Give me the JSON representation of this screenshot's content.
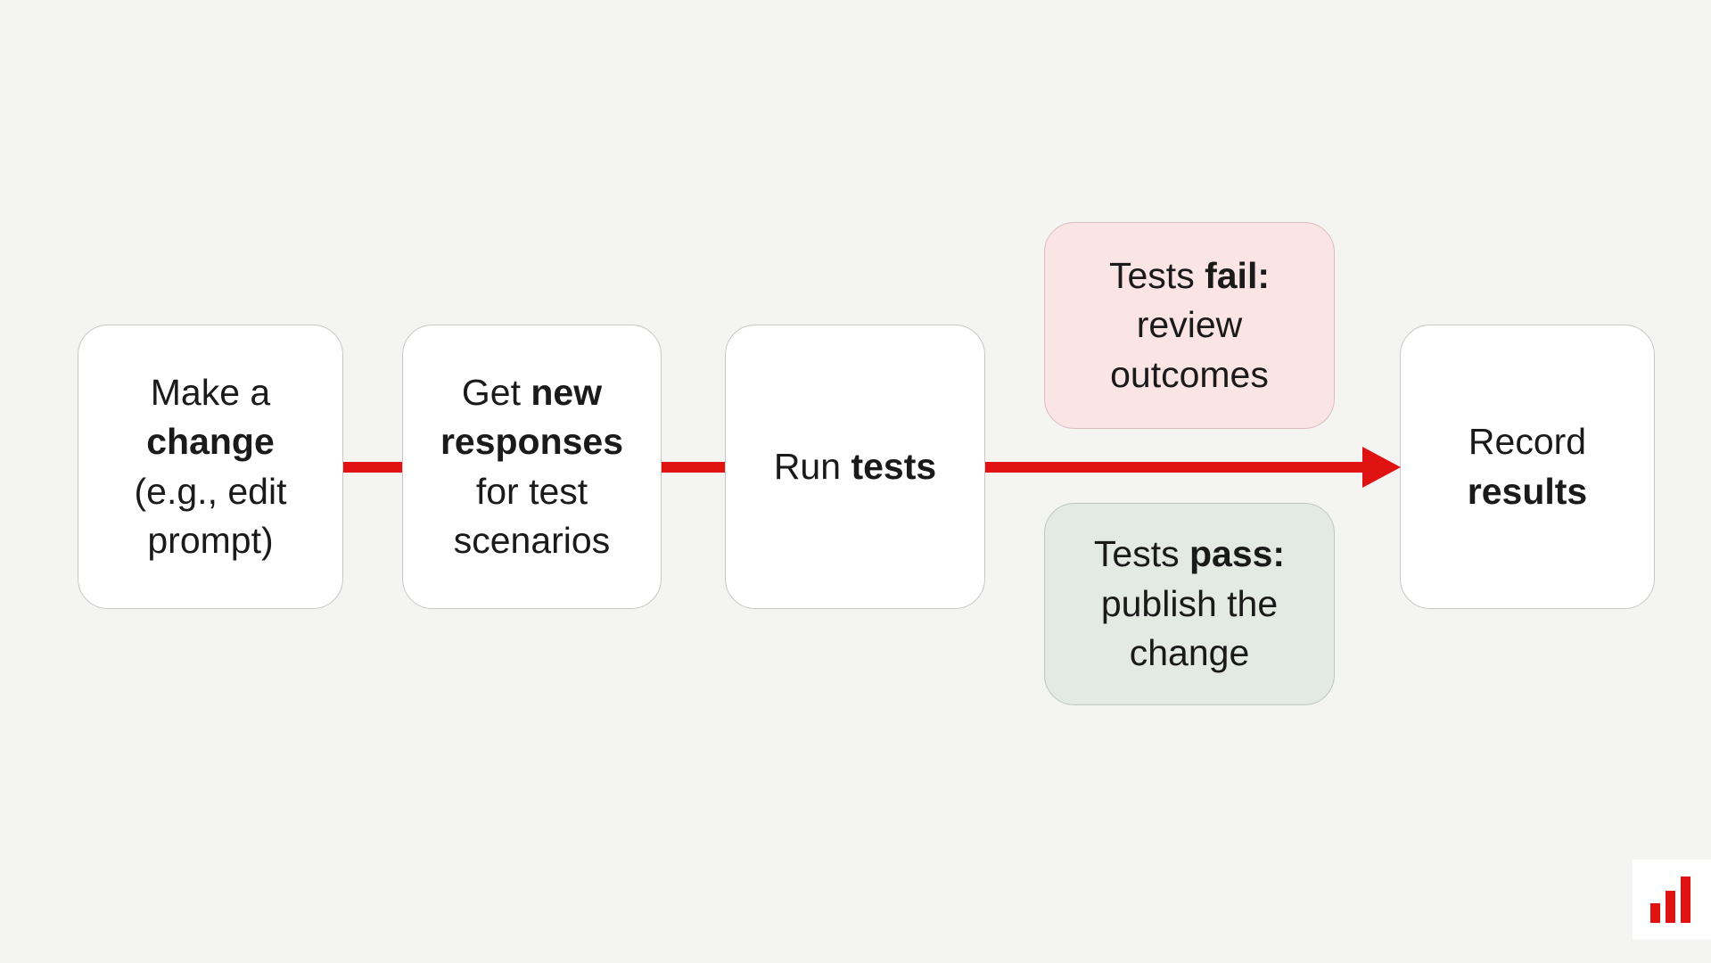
{
  "page": {
    "background": "#f4f4f2"
  },
  "colors": {
    "accent_red": "#e11212",
    "box_background": "#ffffff",
    "box_border": "#c7c7c5",
    "fail_background": "#fbe4e4",
    "fail_border": "#dcbcbc",
    "pass_background": "#e3eae4",
    "pass_border": "#bdc8be",
    "text": "#1a1a1a"
  },
  "flow": {
    "steps": [
      {
        "id": "make-change",
        "text": "Make a change (e.g., edit prompt)",
        "lines": [
          [
            {
              "t": "Make a"
            }
          ],
          [
            {
              "t": "change",
              "b": true
            }
          ],
          [
            {
              "t": "(e.g., edit"
            }
          ],
          [
            {
              "t": "prompt)"
            }
          ]
        ]
      },
      {
        "id": "get-new-responses",
        "text": "Get new responses for test scenarios",
        "lines": [
          [
            {
              "t": "Get "
            },
            {
              "t": "new",
              "b": true
            }
          ],
          [
            {
              "t": "responses",
              "b": true
            }
          ],
          [
            {
              "t": "for test"
            }
          ],
          [
            {
              "t": "scenarios"
            }
          ]
        ]
      },
      {
        "id": "run-tests",
        "text": "Run tests",
        "lines": [
          [
            {
              "t": "Run "
            },
            {
              "t": "tests",
              "b": true
            }
          ]
        ]
      },
      {
        "id": "record-results",
        "text": "Record results",
        "lines": [
          [
            {
              "t": "Record"
            }
          ],
          [
            {
              "t": "results",
              "b": true
            }
          ]
        ]
      }
    ],
    "branches": {
      "fail": {
        "id": "tests-fail",
        "text": "Tests fail: review outcomes",
        "lines": [
          [
            {
              "t": "Tests "
            },
            {
              "t": "fail:",
              "b": true
            }
          ],
          [
            {
              "t": "review"
            }
          ],
          [
            {
              "t": "outcomes"
            }
          ]
        ]
      },
      "pass": {
        "id": "tests-pass",
        "text": "Tests pass: publish the change",
        "lines": [
          [
            {
              "t": "Tests "
            },
            {
              "t": "pass:",
              "b": true
            }
          ],
          [
            {
              "t": "publish the"
            }
          ],
          [
            {
              "t": "change"
            }
          ]
        ]
      }
    }
  },
  "logo": {
    "icon": "bar-chart-icon",
    "bar_color": "#e11212"
  }
}
